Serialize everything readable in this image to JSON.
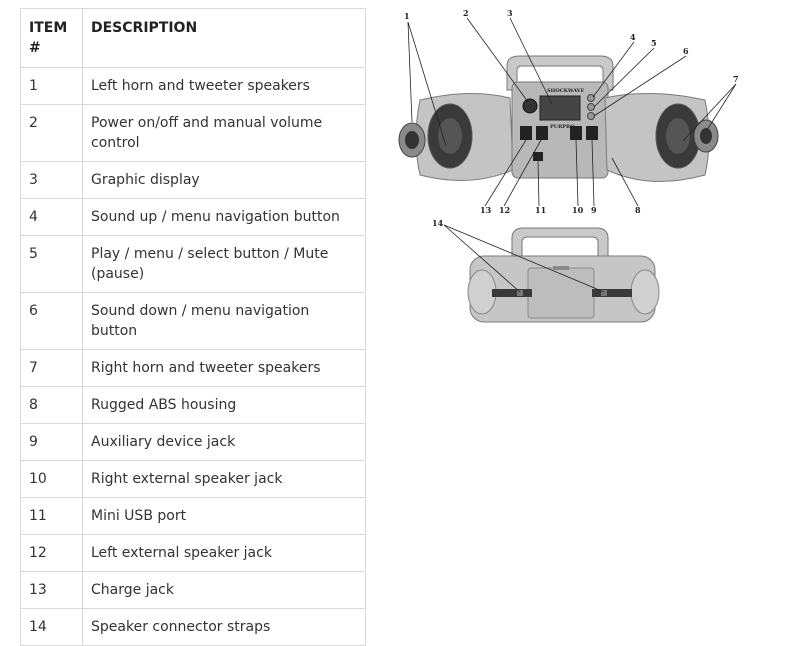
{
  "table": {
    "headers": {
      "item": "ITEM\n#",
      "description": "DESCRIPTION"
    },
    "rows": [
      {
        "item": "1",
        "description": "Left horn and tweeter speakers"
      },
      {
        "item": "2",
        "description": "Power on/off and manual volume control"
      },
      {
        "item": "3",
        "description": "Graphic display"
      },
      {
        "item": "4",
        "description": "Sound up / menu navigation button"
      },
      {
        "item": "5",
        "description": "Play / menu / select button / Mute (pause)"
      },
      {
        "item": "6",
        "description": "Sound down / menu navigation button"
      },
      {
        "item": "7",
        "description": "Right horn and tweeter speakers"
      },
      {
        "item": "8",
        "description": "Rugged ABS housing"
      },
      {
        "item": "9",
        "description": "Auxiliary device jack"
      },
      {
        "item": "10",
        "description": "Right external speaker jack"
      },
      {
        "item": "11",
        "description": "Mini USB port"
      },
      {
        "item": "12",
        "description": "Left external speaker jack"
      },
      {
        "item": "13",
        "description": "Charge jack"
      },
      {
        "item": "14",
        "description": "Speaker connector straps"
      }
    ]
  },
  "diagram": {
    "brand_label": "SHOCKWAVE",
    "model_label": "PURPRO",
    "callouts": [
      "1",
      "2",
      "3",
      "4",
      "5",
      "6",
      "7",
      "8",
      "9",
      "10",
      "11",
      "12",
      "13",
      "14"
    ]
  }
}
